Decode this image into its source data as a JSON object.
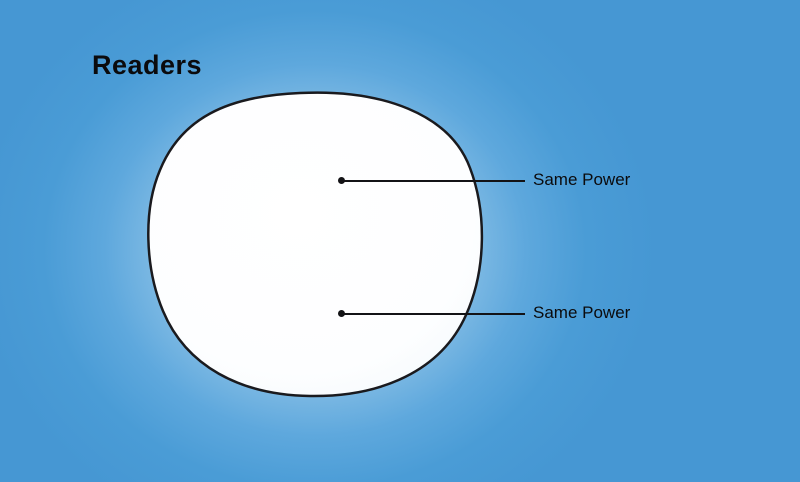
{
  "title": "Readers",
  "lens": {
    "name": "single-vision-reader-lens",
    "fill_color": "#ffffff",
    "outline_color": "#1a1a1e"
  },
  "annotations": [
    {
      "label": "Same Power"
    },
    {
      "label": "Same Power"
    }
  ],
  "colors": {
    "background_blue": "#4a9cd6",
    "glow_blue": "#cfe7f6",
    "text_black": "#0b0b0d"
  }
}
